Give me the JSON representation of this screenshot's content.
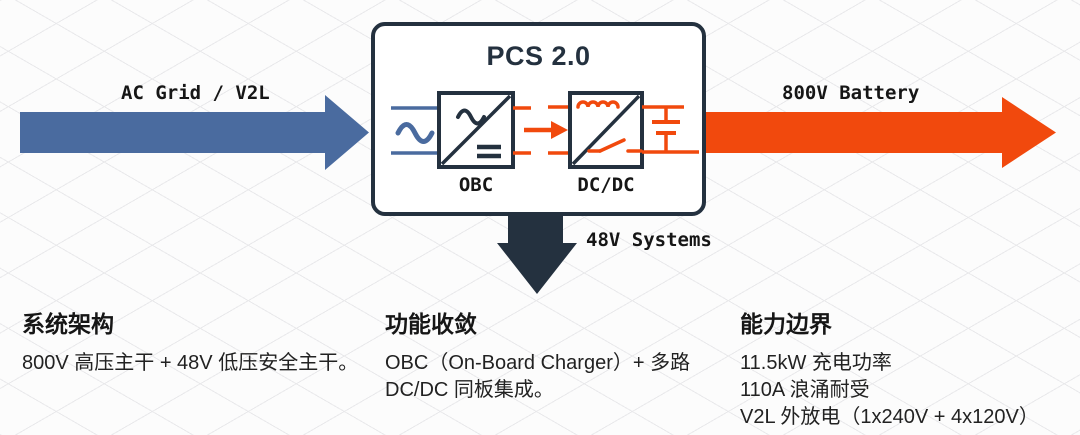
{
  "colors": {
    "blue": "#4a6b9f",
    "orange": "#f1490d",
    "dark": "#24313f",
    "text": "#161616",
    "background": "#fcfcfc",
    "grid_line": "#e9e9eb",
    "box_fill": "#ffffff"
  },
  "flow": {
    "input_label": "AC Grid / V2L",
    "output_label": "800V Battery",
    "aux_label": "48V Systems"
  },
  "pcs_box": {
    "title": "PCS 2.0",
    "obc_label": "OBC",
    "dcdc_label": "DC/DC"
  },
  "notes": [
    {
      "heading": "系统架构",
      "lines": [
        "800V 高压主干 + 48V 低压安全主干。"
      ]
    },
    {
      "heading": "功能收敛",
      "lines": [
        "OBC（On-Board Charger）+ 多路",
        "DC/DC 同板集成。"
      ]
    },
    {
      "heading": "能力边界",
      "lines": [
        "11.5kW 充电功率",
        "110A 浪涌耐受",
        "V2L 外放电（1x240V + 4x120V）"
      ]
    }
  ]
}
